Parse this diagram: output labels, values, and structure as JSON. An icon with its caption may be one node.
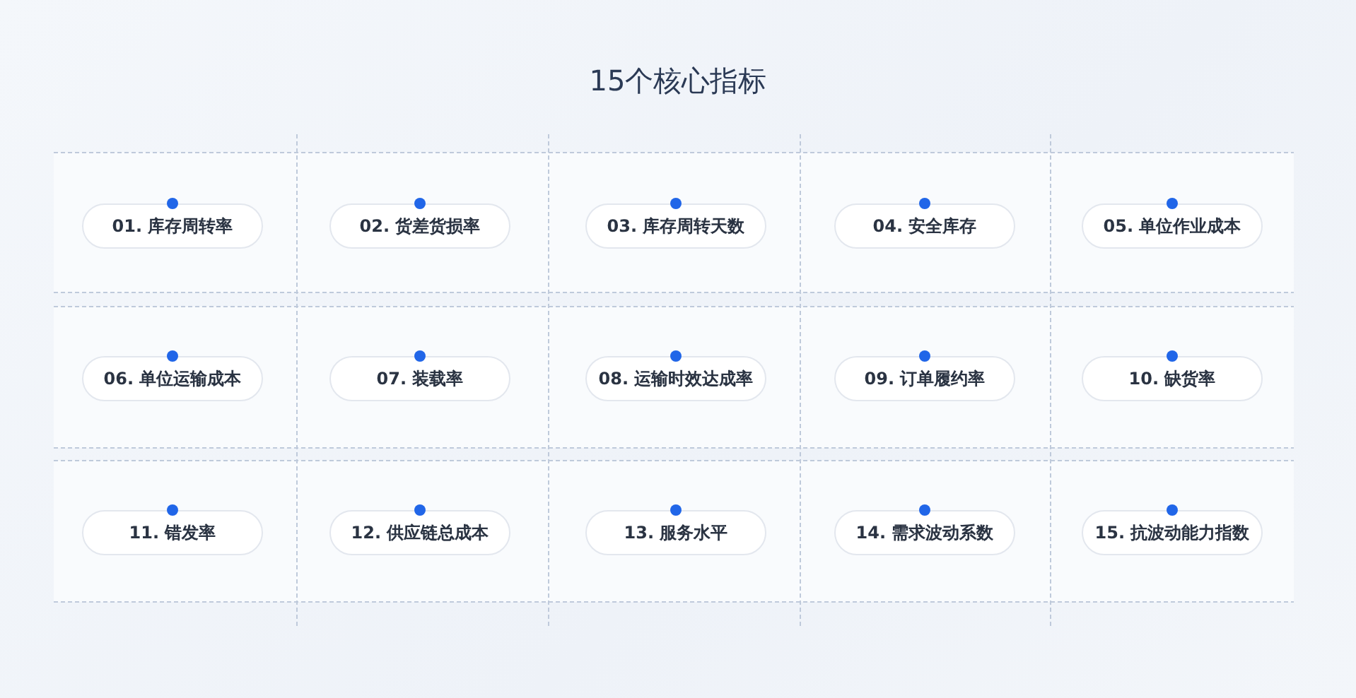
{
  "diagram": {
    "title": "15个核心指标",
    "nodes": [
      {
        "text": [
          "01. 库存周转率"
        ]
      },
      {
        "text": [
          "02. 货差货损率"
        ]
      },
      {
        "text": [
          "03. 库存周转天数"
        ]
      },
      {
        "text": [
          "04. 安全库存"
        ]
      },
      {
        "text": [
          "05. 单位作业成本"
        ]
      },
      {
        "text": [
          "06. 单位运输成本"
        ]
      },
      {
        "text": [
          "07. 装载率"
        ]
      },
      {
        "text": [
          "08. 运输时效达成率"
        ]
      },
      {
        "text": [
          "09. 订单履约率"
        ]
      },
      {
        "text": [
          "10. 缺货率"
        ]
      },
      {
        "text": [
          "11. 错发率"
        ]
      },
      {
        "text": [
          "12. 供应链总成本"
        ]
      },
      {
        "text": [
          "13. 服务水平"
        ]
      },
      {
        "text": [
          "14. 需求波动系数"
        ]
      },
      {
        "text": [
          "15. 抗波动能力指数"
        ]
      }
    ]
  }
}
